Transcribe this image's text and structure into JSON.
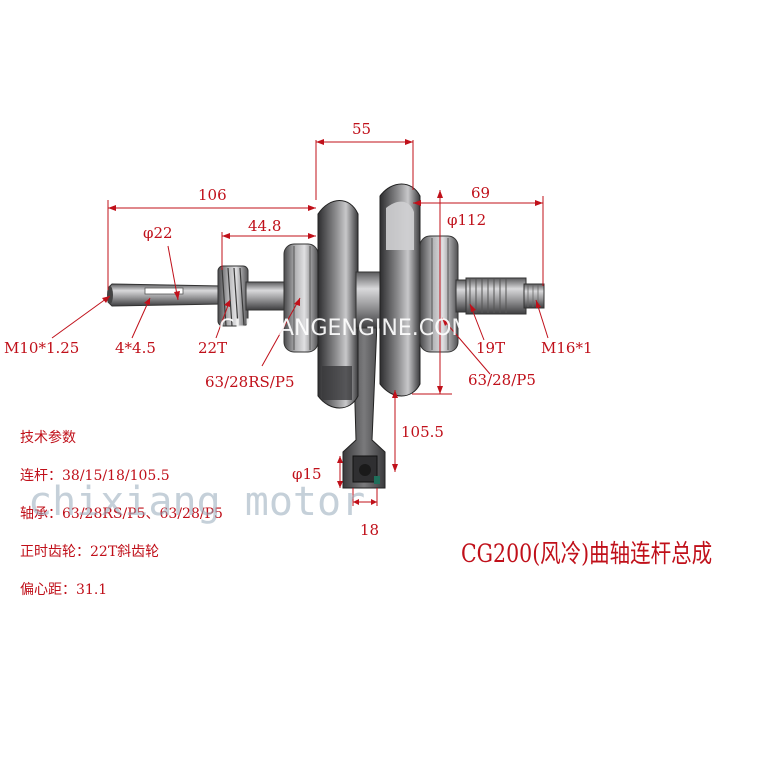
{
  "dimensions": {
    "d55": "55",
    "d106": "106",
    "d69": "69",
    "phi112": "φ112",
    "phi22": "φ22",
    "d44_8": "44.8",
    "d105_5": "105.5",
    "phi15": "φ15",
    "d18": "18"
  },
  "callouts": {
    "m10": "M10*1.25",
    "key": "4*4.5",
    "gear22": "22T",
    "bearing_left": "63/28RS/P5",
    "gear19": "19T",
    "m16": "M16*1",
    "bearing_right": "63/28/P5"
  },
  "specs": {
    "heading": "技术参数",
    "rod": "连杆：38/15/18/105.5",
    "bearing": "轴承：63/28RS/P5、63/28/P5",
    "timing": "正时齿轮：22T斜齿轮",
    "eccentric": "偏心距：31.1"
  },
  "watermarks": {
    "brand_url": "CHIXIANGENGINE.COM",
    "brand_name": "chixiang motor"
  },
  "product_title": "CG200(风冷)曲轴连杆总成",
  "colors": {
    "annotation": "#c0101a",
    "metal_dark": "#3a3a3c",
    "metal_mid": "#8a8a8c",
    "metal_light": "#d6d6d8"
  }
}
